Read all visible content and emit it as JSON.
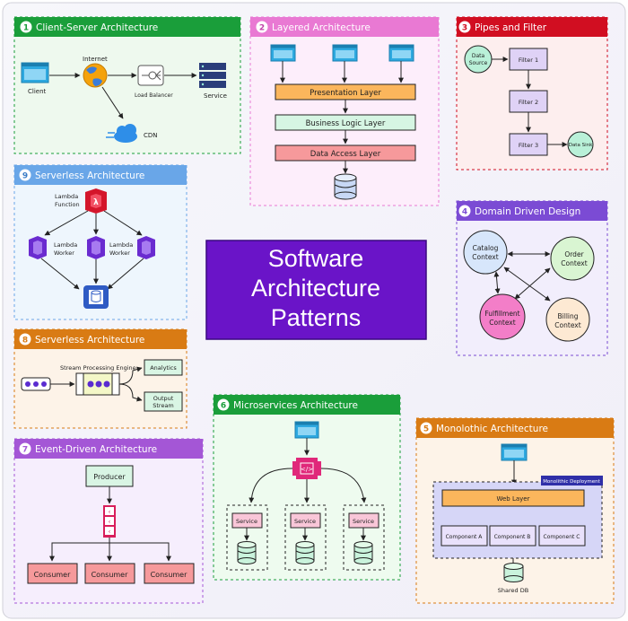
{
  "main_title": [
    "Software",
    "Architecture",
    "Patterns"
  ],
  "colors": {
    "green": "#1a9e3a",
    "pink": "#e979d3",
    "red": "#d10e21",
    "purple": "#7b4bd4",
    "blue": "#69a6e8",
    "orange": "#d97b14",
    "violet": "#a456d6",
    "center": "#6a14c8",
    "node_blue": "#2ea9e0"
  },
  "panels": {
    "p1": {
      "num": "1",
      "title": "Client-Server Architecture",
      "labels": {
        "client": "Client",
        "internet": "Internet",
        "lb": "Load Balancer",
        "service": "Service",
        "cdn": "CDN"
      }
    },
    "p2": {
      "num": "2",
      "title": "Layered Architecture",
      "labels": {
        "presentation": "Presentation Layer",
        "business": "Business Logic Layer",
        "data": "Data Access Layer"
      }
    },
    "p3": {
      "num": "3",
      "title": "Pipes and Filter",
      "labels": {
        "source_1": "Data",
        "source_2": "Source",
        "f1": "Filter 1",
        "f2": "Filter 2",
        "f3": "Filter 3",
        "sink": "Data Sink"
      }
    },
    "p4": {
      "num": "4",
      "title": "Domain Driven Design",
      "labels": {
        "catalog_1": "Catalog",
        "catalog_2": "Context",
        "order_1": "Order",
        "order_2": "Context",
        "fulfill_1": "Fulfillment",
        "fulfill_2": "Context",
        "billing_1": "Billing",
        "billing_2": "Context"
      }
    },
    "p5": {
      "num": "5",
      "title": "Monolothic Architecture",
      "labels": {
        "deployment": "Monolithic Deployment",
        "web": "Web Layer",
        "ca": "Component A",
        "cb": "Component B",
        "cc": "Component C",
        "db": "Shared DB"
      }
    },
    "p6": {
      "num": "6",
      "title": "Microservices Architecture",
      "labels": {
        "s1": "Service",
        "s2": "Service",
        "s3": "Service"
      }
    },
    "p7": {
      "num": "7",
      "title": "Event-Driven Architecture",
      "labels": {
        "producer": "Producer",
        "c1": "Consumer",
        "c2": "Consumer",
        "c3": "Consumer"
      }
    },
    "p8": {
      "num": "8",
      "title": "Serverless Architecture",
      "labels": {
        "engine": "Stream Processing Engine",
        "analytics": "Analytics",
        "output_1": "Output",
        "output_2": "Stream"
      }
    },
    "p9": {
      "num": "9",
      "title": "Serverless Architecture",
      "labels": {
        "fn_1": "Lambda",
        "fn_2": "Function",
        "w1_1": "Lambda",
        "w1_2": "Worker",
        "w2_1": "Lambda",
        "w2_2": "Worker"
      }
    }
  }
}
